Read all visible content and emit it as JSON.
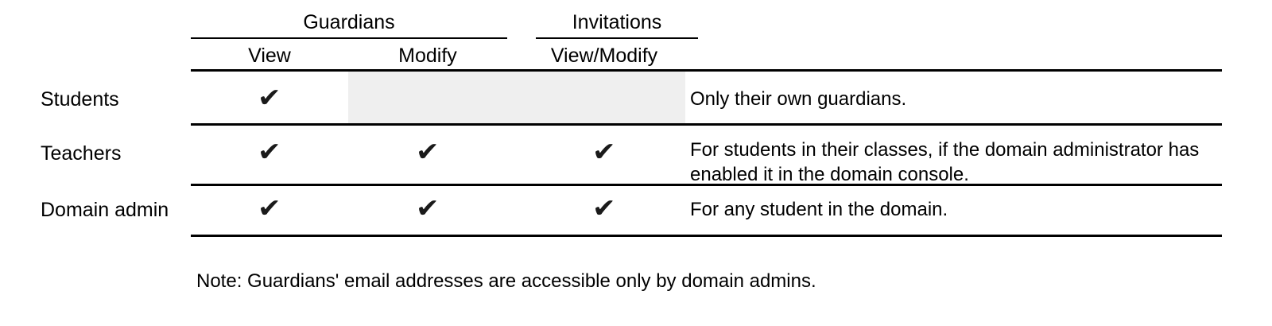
{
  "table": {
    "group_headers": [
      {
        "label": "Guardians",
        "spans": [
          "View",
          "Modify"
        ]
      },
      {
        "label": "Invitations",
        "spans": [
          "View/Modify"
        ]
      }
    ],
    "column_headers": {
      "row_label": "",
      "view": "View",
      "modify": "Modify",
      "view_modify": "View/Modify",
      "notes": ""
    },
    "check_glyph": "✔",
    "rows": [
      {
        "label": "Students",
        "guardians_view": true,
        "guardians_modify": false,
        "guardians_modify_shaded": true,
        "invitations_view_modify": false,
        "invitations_view_modify_shaded": true,
        "note": "Only their own guardians."
      },
      {
        "label": "Teachers",
        "guardians_view": true,
        "guardians_modify": true,
        "guardians_modify_shaded": false,
        "invitations_view_modify": true,
        "invitations_view_modify_shaded": false,
        "note": "For students in their classes, if the domain administrator has enabled it in the domain console."
      },
      {
        "label": "Domain admin",
        "guardians_view": true,
        "guardians_modify": true,
        "guardians_modify_shaded": false,
        "invitations_view_modify": true,
        "invitations_view_modify_shaded": false,
        "note": "For any student in the domain."
      }
    ]
  },
  "footnote": "Note: Guardians' email addresses are accessible only by domain admins.",
  "colors": {
    "text": "#000000",
    "rule": "#000000",
    "shaded_cell": "#efefef",
    "background": "#ffffff"
  }
}
